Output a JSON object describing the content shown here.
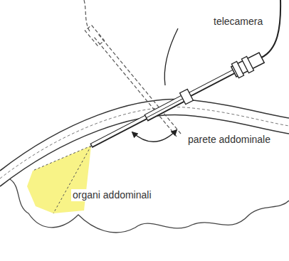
{
  "diagram": {
    "labels": [
      "telecamera",
      "parete addominale",
      "organi addominali"
    ]
  }
}
